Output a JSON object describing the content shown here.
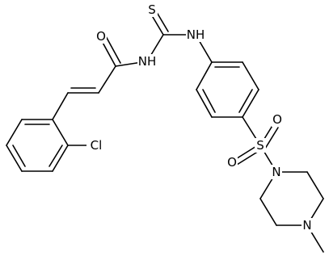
{
  "molecule": {
    "atom_labels": {
      "carbonyl_oxygen": "O",
      "amide_nh": "NH",
      "thio_sulfur": "S",
      "thioamide_nh": "NH",
      "chlorine": "Cl",
      "sulfonyl_sulfur": "S",
      "sulfonyl_oxygen_top": "O",
      "sulfonyl_oxygen_left": "O",
      "piperazine_n1": "N",
      "piperazine_n4": "N"
    },
    "colors": {
      "ink": "#000000",
      "background": "#ffffff"
    }
  }
}
